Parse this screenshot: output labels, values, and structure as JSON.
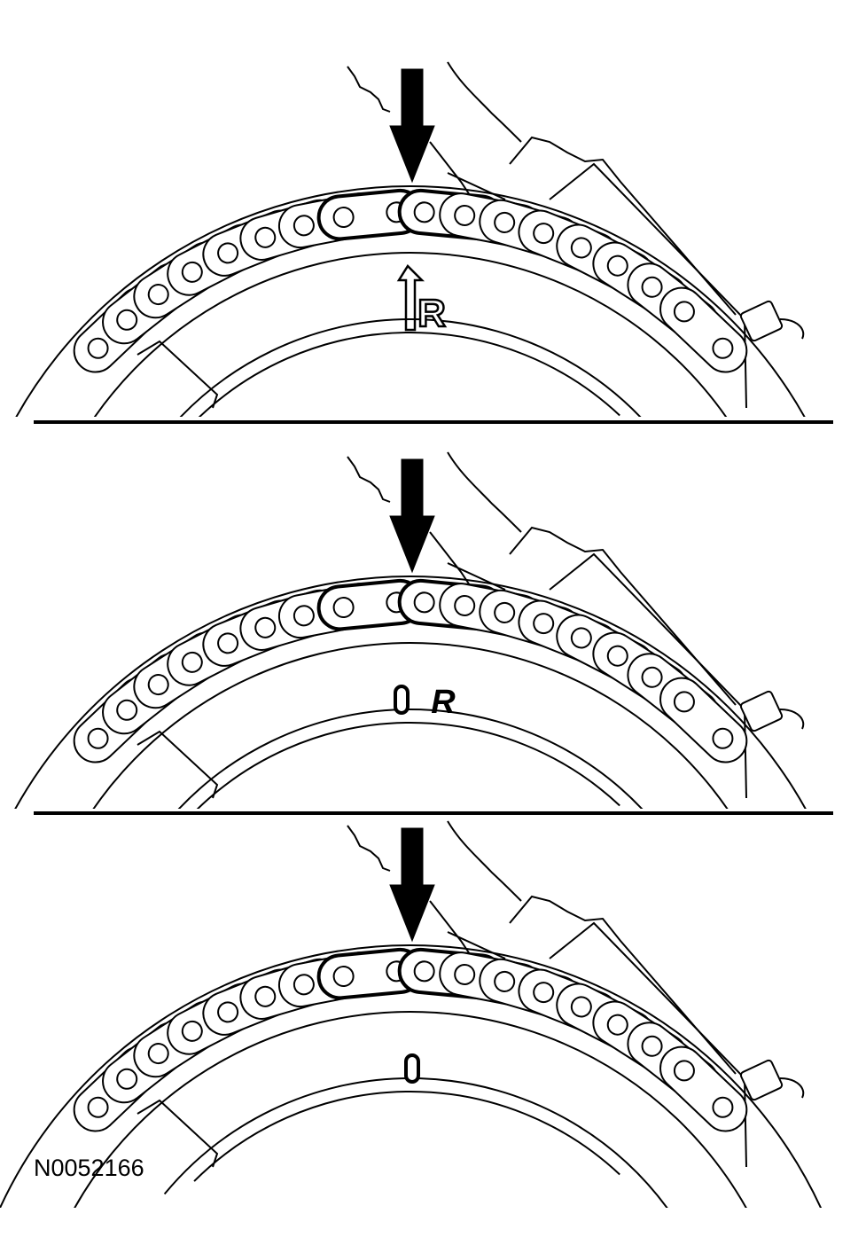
{
  "panels": [
    {
      "mark_type": "arrow-r",
      "mark_letter": "R"
    },
    {
      "mark_type": "oval-r",
      "mark_letter": "R"
    },
    {
      "mark_type": "oval"
    }
  ],
  "figure_ref": "N0052166",
  "colors": {
    "line": "#000000",
    "background": "#ffffff"
  }
}
